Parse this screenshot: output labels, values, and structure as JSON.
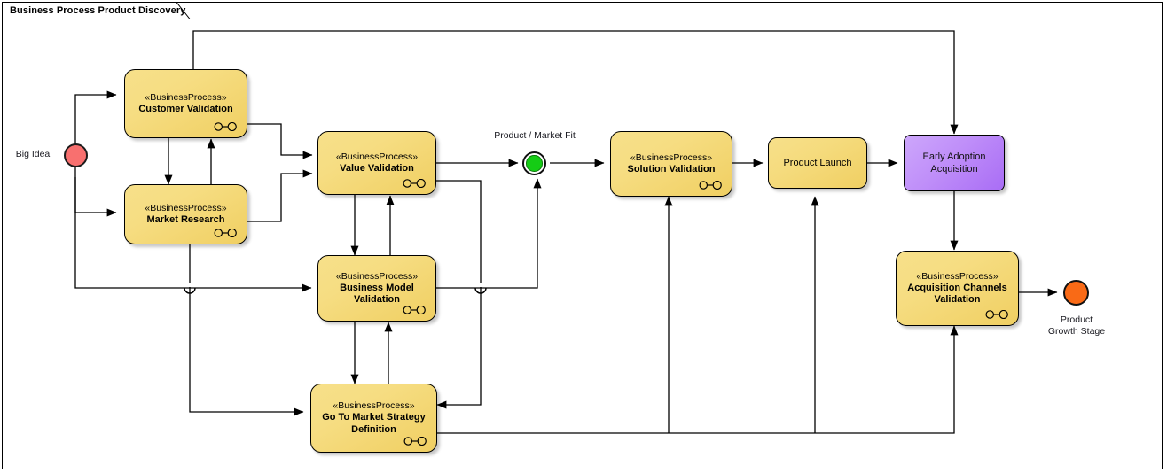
{
  "diagram": {
    "frame_title": "Business Process Product Discovery",
    "stereotype": "«BusinessProcess»",
    "colors": {
      "process_fill_light": "#f7e08a",
      "process_fill_dark": "#f0cf62",
      "purple_light": "#cda7fb",
      "purple_dark": "#a96df5",
      "start_node": "#f8706f",
      "fit_node": "#15cc15",
      "end_node": "#f96a16",
      "line": "#000000"
    }
  },
  "nodes": {
    "customer_validation": {
      "stereotype": "«BusinessProcess»",
      "name": "Customer Validation"
    },
    "market_research": {
      "stereotype": "«BusinessProcess»",
      "name": "Market Research"
    },
    "value_validation": {
      "stereotype": "«BusinessProcess»",
      "name": "Value Validation"
    },
    "business_model_validation": {
      "stereotype": "«BusinessProcess»",
      "name_line1": "Business Model",
      "name_line2": "Validation"
    },
    "go_to_market": {
      "stereotype": "«BusinessProcess»",
      "name_line1": "Go To Market Strategy",
      "name_line2": "Definition"
    },
    "solution_validation": {
      "stereotype": "«BusinessProcess»",
      "name": "Solution Validation"
    },
    "product_launch": {
      "name": "Product Launch"
    },
    "early_adoption": {
      "name_line1": "Early Adoption",
      "name_line2": "Acquisition"
    },
    "acquisition_channels": {
      "stereotype": "«BusinessProcess»",
      "name_line1": "Acquisition Channels",
      "name_line2": "Validation"
    }
  },
  "labels": {
    "big_idea": "Big Idea",
    "product_market_fit": "Product / Market Fit",
    "product_growth_stage": "Product\nGrowth Stage"
  }
}
